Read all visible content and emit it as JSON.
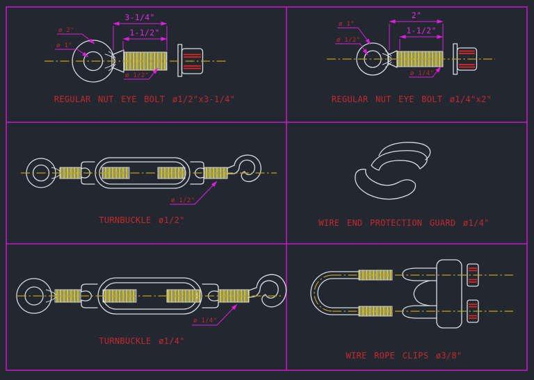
{
  "drawing": {
    "title": "hardware fittings CAD sheet",
    "background": "#232830",
    "border_color": "#c517c5",
    "line_color": "#d9dde2",
    "centerline_color": "#bfa21a",
    "dimension_color": "#de1ede",
    "text_color": "#c2292e",
    "panels": [
      {
        "name": "regular-nut-eye-bolt-half-inch",
        "caption": "REGULAR NUT EYE BOLT ø1/2\"x3-1/4\"",
        "dim_overall": "3-1/4\"",
        "dim_thread": "1-1/2\"",
        "leader_eye_outer": "ø 2\"",
        "leader_eye_inner": "ø 1\"",
        "leader_thread": "ø 1/2\""
      },
      {
        "name": "regular-nut-eye-bolt-quarter-inch",
        "caption": "REGULAR NUT EYE BOLT ø1/4\"x2\"",
        "dim_overall": "2\"",
        "dim_thread": "1-1/2\"",
        "leader_eye_outer": "ø 1\"",
        "leader_eye_inner": "ø 1/2\"",
        "leader_thread": "ø 1/4\""
      },
      {
        "name": "turnbuckle-half-inch",
        "caption": "TURNBUCKLE ø1/2\"",
        "leader_thread": "ø 1/2\""
      },
      {
        "name": "wire-end-protection-guard",
        "caption": "WIRE END PROTECTION GUARD ø1/4\""
      },
      {
        "name": "turnbuckle-quarter-inch",
        "caption": "TURNBUCKLE ø1/4\"",
        "leader_thread": "ø 1/4\""
      },
      {
        "name": "wire-rope-clips",
        "caption": "WIRE ROPE CLIPS ø3/8\""
      }
    ]
  }
}
